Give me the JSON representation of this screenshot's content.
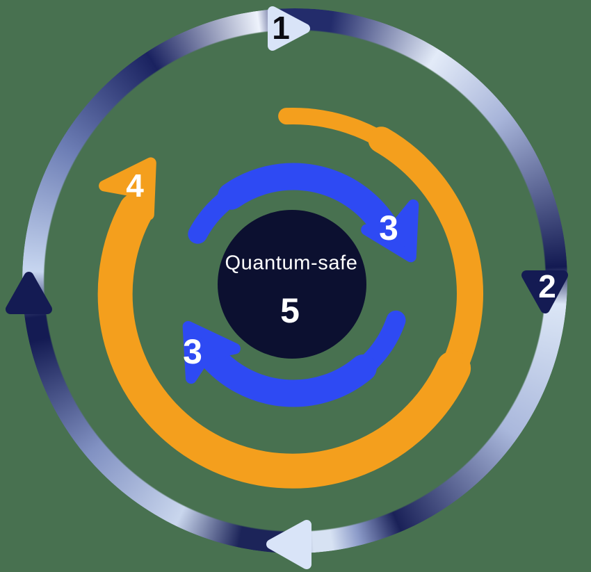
{
  "background_color": "#487150",
  "colors": {
    "bg": "#487150",
    "ring_navy": "#141b53",
    "ring_pale": "#d9e4f8",
    "blue": "#2e4af3",
    "orange": "#f49f1d",
    "center_navy": "#0c1030",
    "label_light": "#ffffff",
    "label_dark": "#0b0b12"
  },
  "center": {
    "title": "Quantum-safe",
    "step_number": "5"
  },
  "steps": {
    "step1": "1",
    "step2": "2",
    "step3_right": "3",
    "step3_left": "3",
    "step4": "4"
  },
  "icons": {
    "outer_top": "arrow-right-icon",
    "outer_right": "arrow-down-icon",
    "outer_bottom": "arrow-left-icon",
    "outer_left": "arrow-up-icon",
    "inner_blue_right": "arrow-down-right-icon",
    "inner_blue_left": "arrow-up-left-icon",
    "orange_head": "arrow-up-right-icon"
  }
}
